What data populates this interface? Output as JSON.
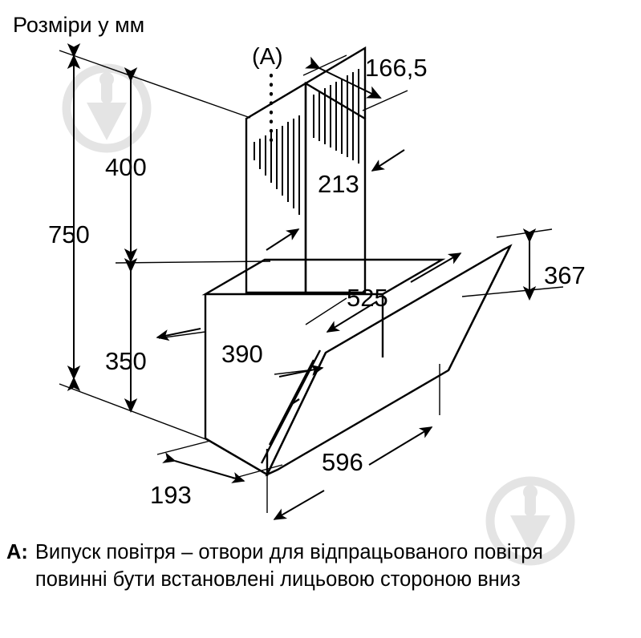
{
  "title": "Розміри у мм",
  "note": {
    "key": "A:",
    "text": "Випуск повітря – отвори для відпрацьованого повітря повинні бути встановлені лицьовою стороною вниз"
  },
  "callout": {
    "label": "(A)"
  },
  "dimensions": {
    "total_height": "750",
    "chimney_height": "400",
    "body_height": "350",
    "chimney_depth": "166,5",
    "chimney_width": "213",
    "top_width": "525",
    "body_depth": "390",
    "front_width": "596",
    "glass_height": "367",
    "base_depth": "193"
  },
  "colors": {
    "line": "#000000",
    "background": "#ffffff",
    "watermark": "#e4e4e4"
  },
  "watermark": {
    "name": "trowel-in-circle-logo",
    "count": 2
  }
}
